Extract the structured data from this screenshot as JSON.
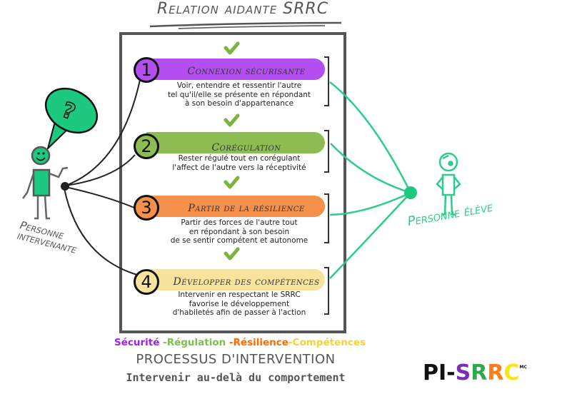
{
  "title": "Relation aidante SRRC",
  "steps": [
    {
      "number": "1",
      "title": "Connexion sécurisante",
      "description_lines": [
        "Voir, entendre et ressentir l'autre",
        "tel qu'il/elle se présente en répondant",
        "à son besoin d'appartenance"
      ],
      "color": "#b44ef0"
    },
    {
      "number": "2",
      "title": "Corégulation",
      "description_lines": [
        "Rester régulé tout en corégulant",
        "l'affect de l'autre vers la réceptivité"
      ],
      "color": "#8dbd52"
    },
    {
      "number": "3",
      "title": "Partir de la résilience",
      "description_lines": [
        "Partir des forces de l'autre tout",
        "en répondant à son besoin",
        "de se sentir compétent et autonome"
      ],
      "color": "#f5904a"
    },
    {
      "number": "4",
      "title": "Développer des compétences",
      "description_lines": [
        "Intervenir en respectant le SRRC",
        "favorise le développement",
        "d'habiletés afin de passer à l'action"
      ],
      "color": "#f7e39c"
    }
  ],
  "icons": {
    "check": "checkmark-icon",
    "question": "?"
  },
  "labels": {
    "intervenant_line1": "Personne",
    "intervenant_line2": "intervenante",
    "eleve": "Personne élève"
  },
  "legend": [
    {
      "text": "Sécurité",
      "color": "#a020f0"
    },
    {
      "text": " -Régulation",
      "color": "#7cc04a"
    },
    {
      "text": " -Résilience",
      "color": "#ff6a00"
    },
    {
      "text": "-Compétences",
      "color": "#f5d23a"
    }
  ],
  "process_title": "PROCESSUS D'INTERVENTION",
  "process_subtitle": "Intervenir au-delà du comportement",
  "logo": {
    "parts": [
      {
        "text": "PI-",
        "color": "#111111"
      },
      {
        "text": "S",
        "color": "#7a2fb5"
      },
      {
        "text": "R",
        "color": "#2eaa4a"
      },
      {
        "text": "R",
        "color": "#ff7a1a"
      },
      {
        "text": "C",
        "color": "#f5e61a"
      }
    ],
    "mark": "MC"
  },
  "colors": {
    "frame": "#555555",
    "connector_dark": "#222222",
    "connector_green": "#2ecc8a",
    "figure_green": "#1dc97e",
    "check_green": "#7cb342"
  }
}
